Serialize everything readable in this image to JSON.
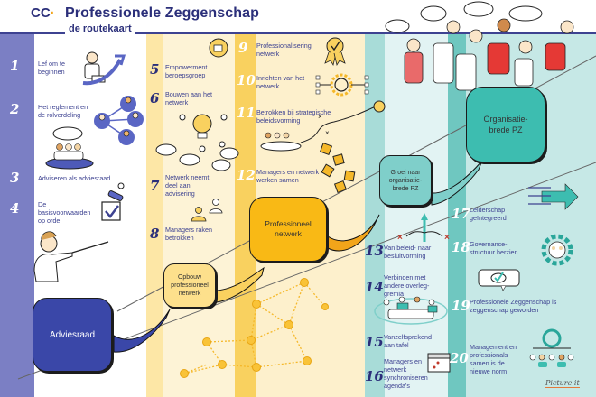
{
  "header": {
    "logo": "CC",
    "title": "Professionele Zeggenschap",
    "subtitle": "de routekaart"
  },
  "colors": {
    "navy": "#2b2f7a",
    "lavender": "#7b7fc4",
    "yellow": "#f9b915",
    "light_yellow": "#fde78f",
    "teal": "#3dbdb0",
    "light_teal": "#7fcfca"
  },
  "stages": [
    {
      "label": "Adviesraad"
    },
    {
      "label": "Opbouw professioneel netwerk"
    },
    {
      "label": "Professioneel netwerk"
    },
    {
      "label": "Groei naar organisatie-brede PZ"
    },
    {
      "label": "Organisatie-brede PZ"
    }
  ],
  "steps": [
    {
      "n": "1",
      "label": "Lef om te beginnen",
      "icon": "person-clapperboard-icon"
    },
    {
      "n": "2",
      "label": "Het reglement en de rolverdeling",
      "icon": "network-people-icon"
    },
    {
      "n": "3",
      "label": "Adviseren als adviesraad",
      "icon": "group-speech-icon"
    },
    {
      "n": "4",
      "label": "De basisvoorwaarden op orde",
      "icon": "stamp-check-icon"
    },
    {
      "n": "5",
      "label": "Empowerment beroepsgroep",
      "icon": "thumbs-up-icon"
    },
    {
      "n": "6",
      "label": "Bouwen aan het netwerk",
      "icon": "lightbulb-network-icon"
    },
    {
      "n": "7",
      "label": "Netwerk neemt deel aan advisering",
      "icon": "speech-bubbles-icon"
    },
    {
      "n": "8",
      "label": "Managers raken betrokken",
      "icon": "people-exchange-icon"
    },
    {
      "n": "9",
      "label": "Professionalisering netwerk",
      "icon": "award-ribbon-icon"
    },
    {
      "n": "10",
      "label": "Inrichten van het netwerk",
      "icon": "gear-nodes-icon"
    },
    {
      "n": "11",
      "label": "Betrokken bij strategische beleidsvorming",
      "icon": "target-path-icon"
    },
    {
      "n": "12",
      "label": "Managers en netwerk werken samen",
      "icon": "puzzle-hands-icon"
    },
    {
      "n": "13",
      "label": "Van beleid- naar besluitvorming",
      "icon": "decision-arrows-icon"
    },
    {
      "n": "14",
      "label": "Verbinden met andere overleg-gremia",
      "icon": "meeting-table-icon"
    },
    {
      "n": "15",
      "label": "Vanzelfsprekend aan tafel",
      "icon": "table-icon"
    },
    {
      "n": "16",
      "label": "Managers en netwerk synchroniseren agenda's",
      "icon": "calendar-icon"
    },
    {
      "n": "17",
      "label": "Leiderschap geïntegreerd",
      "icon": "arrows-converge-icon"
    },
    {
      "n": "18",
      "label": "Governance-structuur herzien",
      "icon": "gear-group-icon"
    },
    {
      "n": "19",
      "label": "Professionele Zeggenschap is zeggenschap geworden",
      "icon": "check-speech-icon"
    },
    {
      "n": "20",
      "label": "Management en professionals samen is de nieuwe norm",
      "icon": "helm-organization-icon"
    }
  ],
  "footer": {
    "brand": "Picture it"
  }
}
